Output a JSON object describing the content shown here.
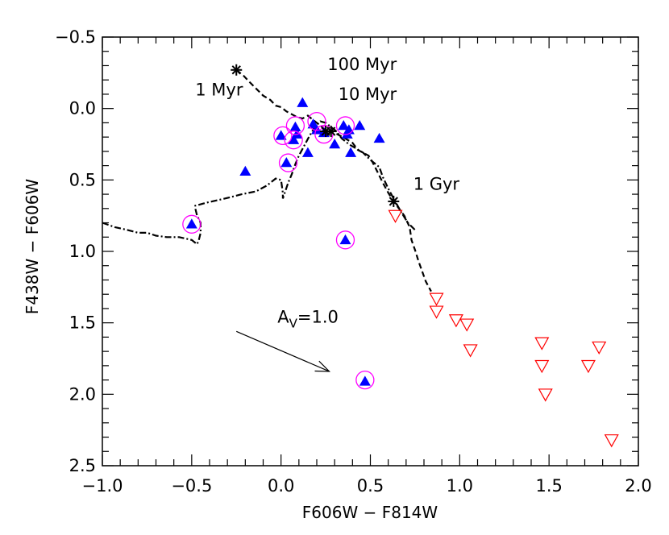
{
  "chart_data": {
    "type": "scatter",
    "title": "",
    "xlabel": "F606W − F814W",
    "ylabel": "F438W − F606W",
    "xlim": [
      -1.0,
      2.0
    ],
    "ylim": [
      2.5,
      -0.5
    ],
    "y_inverted": true,
    "grid": false,
    "xticks": [
      -1.0,
      -0.5,
      0.0,
      0.5,
      1.0,
      1.5,
      2.0
    ],
    "xticklabels": [
      "−1.0",
      "−0.5",
      "0.0",
      "0.5",
      "1.0",
      "1.5",
      "2.0"
    ],
    "yticks": [
      -0.5,
      0.0,
      0.5,
      1.0,
      1.5,
      2.0,
      2.5
    ],
    "yticklabels": [
      "−0.5",
      "0.0",
      "0.5",
      "1.0",
      "1.5",
      "2.0",
      "2.5"
    ],
    "colors": {
      "filled_triangles": "#0000ff",
      "open_triangles": "#ff0000",
      "circles": "#ff00ff",
      "tracks": "#000000"
    },
    "series": [
      {
        "marker": "filled-triangle-up",
        "color": "#0000ff",
        "points": [
          [
            -0.5,
            0.81
          ],
          [
            -0.2,
            0.44
          ],
          [
            0.0,
            0.19
          ],
          [
            0.03,
            0.38
          ],
          [
            0.07,
            0.22
          ],
          [
            0.08,
            0.13
          ],
          [
            0.09,
            0.18
          ],
          [
            0.12,
            -0.04
          ],
          [
            0.15,
            0.31
          ],
          [
            0.18,
            0.11
          ],
          [
            0.2,
            0.15
          ],
          [
            0.24,
            0.17
          ],
          [
            0.3,
            0.25
          ],
          [
            0.35,
            0.12
          ],
          [
            0.37,
            0.18
          ],
          [
            0.38,
            0.15
          ],
          [
            0.39,
            0.31
          ],
          [
            0.44,
            0.12
          ],
          [
            0.55,
            0.21
          ],
          [
            0.36,
            0.92
          ],
          [
            0.47,
            1.91
          ]
        ]
      },
      {
        "marker": "open-circle",
        "color": "#ff00ff",
        "points": [
          [
            -0.5,
            0.81
          ],
          [
            0.01,
            0.19
          ],
          [
            0.04,
            0.38
          ],
          [
            0.07,
            0.22
          ],
          [
            0.08,
            0.12
          ],
          [
            0.2,
            0.09
          ],
          [
            0.24,
            0.18
          ],
          [
            0.36,
            0.12
          ],
          [
            0.36,
            0.92
          ],
          [
            0.47,
            1.9
          ]
        ]
      },
      {
        "marker": "open-triangle-down",
        "color": "#ff0000",
        "points": [
          [
            0.64,
            0.75
          ],
          [
            0.87,
            1.33
          ],
          [
            0.87,
            1.42
          ],
          [
            0.98,
            1.48
          ],
          [
            1.04,
            1.51
          ],
          [
            1.06,
            1.69
          ],
          [
            1.46,
            1.64
          ],
          [
            1.46,
            1.8
          ],
          [
            1.48,
            2.0
          ],
          [
            1.72,
            1.8
          ],
          [
            1.78,
            1.67
          ],
          [
            1.85,
            2.32
          ]
        ]
      }
    ],
    "tracks": [
      {
        "style": "dashed",
        "points": [
          [
            -0.25,
            -0.27
          ],
          [
            -0.21,
            -0.23
          ],
          [
            -0.18,
            -0.19
          ],
          [
            -0.14,
            -0.14
          ],
          [
            -0.1,
            -0.09
          ],
          [
            -0.06,
            -0.06
          ],
          [
            -0.03,
            -0.02
          ],
          [
            0.0,
            -0.01
          ],
          [
            0.03,
            0.02
          ],
          [
            0.06,
            0.04
          ],
          [
            0.09,
            0.06
          ],
          [
            0.12,
            0.07
          ],
          [
            0.15,
            0.05
          ],
          [
            0.18,
            0.08
          ],
          [
            0.22,
            0.12
          ],
          [
            0.26,
            0.16
          ],
          [
            0.3,
            0.17
          ],
          [
            0.33,
            0.19
          ],
          [
            0.36,
            0.21
          ],
          [
            0.4,
            0.24
          ],
          [
            0.43,
            0.29
          ],
          [
            0.46,
            0.31
          ],
          [
            0.49,
            0.33
          ],
          [
            0.51,
            0.37
          ],
          [
            0.53,
            0.42
          ],
          [
            0.55,
            0.47
          ],
          [
            0.57,
            0.52
          ],
          [
            0.6,
            0.59
          ],
          [
            0.63,
            0.65
          ],
          [
            0.66,
            0.7
          ],
          [
            0.69,
            0.75
          ],
          [
            0.72,
            0.83
          ],
          [
            0.73,
            0.92
          ],
          [
            0.75,
            0.99
          ],
          [
            0.77,
            1.07
          ],
          [
            0.79,
            1.14
          ],
          [
            0.81,
            1.21
          ],
          [
            0.84,
            1.28
          ]
        ]
      },
      {
        "style": "dash-dot",
        "points": [
          [
            -1.0,
            0.8
          ],
          [
            -0.93,
            0.83
          ],
          [
            -0.86,
            0.85
          ],
          [
            -0.8,
            0.87
          ],
          [
            -0.75,
            0.87
          ],
          [
            -0.7,
            0.89
          ],
          [
            -0.64,
            0.9
          ],
          [
            -0.57,
            0.9
          ],
          [
            -0.5,
            0.92
          ],
          [
            -0.47,
            0.95
          ],
          [
            -0.46,
            0.92
          ],
          [
            -0.45,
            0.87
          ],
          [
            -0.45,
            0.8
          ],
          [
            -0.47,
            0.75
          ],
          [
            -0.48,
            0.7
          ],
          [
            -0.48,
            0.68
          ],
          [
            -0.42,
            0.66
          ],
          [
            -0.35,
            0.64
          ],
          [
            -0.28,
            0.62
          ],
          [
            -0.22,
            0.6
          ],
          [
            -0.14,
            0.58
          ],
          [
            -0.08,
            0.54
          ],
          [
            -0.03,
            0.49
          ],
          [
            0.0,
            0.5
          ],
          [
            0.01,
            0.59
          ],
          [
            0.01,
            0.63
          ],
          [
            0.04,
            0.52
          ],
          [
            0.06,
            0.46
          ],
          [
            0.08,
            0.39
          ],
          [
            0.1,
            0.33
          ],
          [
            0.13,
            0.26
          ],
          [
            0.16,
            0.19
          ],
          [
            0.19,
            0.13
          ],
          [
            0.22,
            0.09
          ],
          [
            0.25,
            0.1
          ],
          [
            0.28,
            0.13
          ],
          [
            0.31,
            0.16
          ],
          [
            0.34,
            0.21
          ],
          [
            0.38,
            0.25
          ],
          [
            0.42,
            0.28
          ],
          [
            0.46,
            0.31
          ],
          [
            0.5,
            0.36
          ],
          [
            0.53,
            0.39
          ],
          [
            0.55,
            0.41
          ],
          [
            0.57,
            0.48
          ],
          [
            0.6,
            0.56
          ],
          [
            0.63,
            0.63
          ],
          [
            0.67,
            0.72
          ],
          [
            0.71,
            0.8
          ],
          [
            0.75,
            0.85
          ]
        ]
      }
    ],
    "asterisks": [
      [
        -0.25,
        -0.27
      ],
      [
        0.25,
        0.16
      ],
      [
        0.28,
        0.16
      ],
      [
        0.63,
        0.65
      ]
    ],
    "annotations": [
      {
        "text": "100 Myr",
        "x": 0.26,
        "y": -0.27
      },
      {
        "text": "1 Myr",
        "x": -0.48,
        "y": -0.09
      },
      {
        "text": "10 Myr",
        "x": 0.32,
        "y": -0.06
      },
      {
        "text": "1 Gyr",
        "x": 0.74,
        "y": 0.57
      }
    ],
    "extinction_vector": {
      "label_base": "A",
      "label_sub": "V",
      "label_value": "=1.0",
      "label_x": -0.02,
      "label_y": 1.5,
      "from": [
        -0.25,
        1.56
      ],
      "to": [
        0.27,
        1.84
      ]
    }
  }
}
